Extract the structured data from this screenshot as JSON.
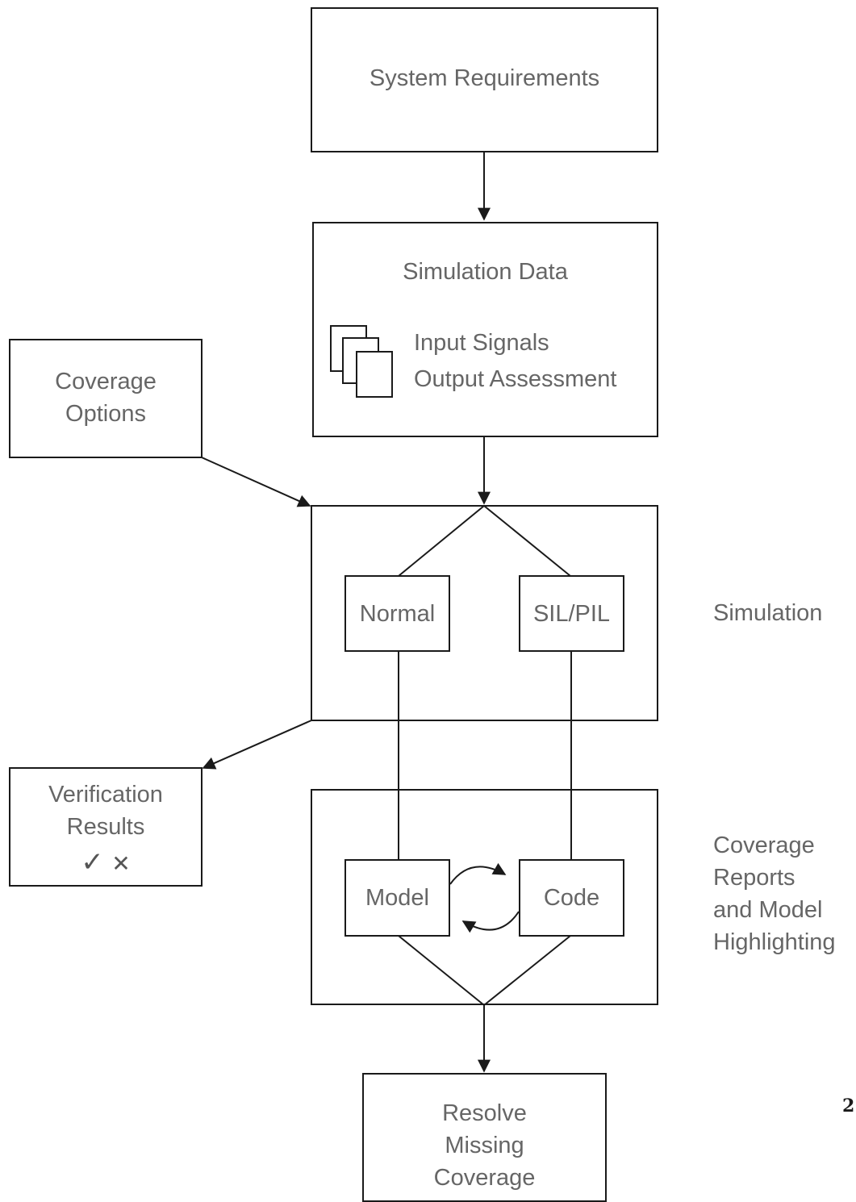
{
  "nodes": {
    "system_requirements": "System Requirements",
    "simulation_data": {
      "title": "Simulation Data",
      "line1": "Input Signals",
      "line2": "Output Assessment"
    },
    "coverage_options": {
      "line1": "Coverage",
      "line2": "Options"
    },
    "normal": "Normal",
    "sil_pil": "SIL/PIL",
    "verification_results": {
      "line1": "Verification",
      "line2": "Results",
      "check": "✓",
      "cross": "✕"
    },
    "model": "Model",
    "code": "Code",
    "resolve": {
      "line1": "Resolve",
      "line2": "Missing",
      "line3": "Coverage"
    }
  },
  "side_labels": {
    "simulation": "Simulation",
    "coverage_reports": [
      "Coverage",
      "Reports",
      "and Model",
      "Highlighting"
    ]
  },
  "page_number": "2",
  "colors": {
    "stroke": "#1a1a1a",
    "text": "#666666"
  },
  "icons": [
    "document-stack-icon",
    "cycle-arrow-icon"
  ]
}
